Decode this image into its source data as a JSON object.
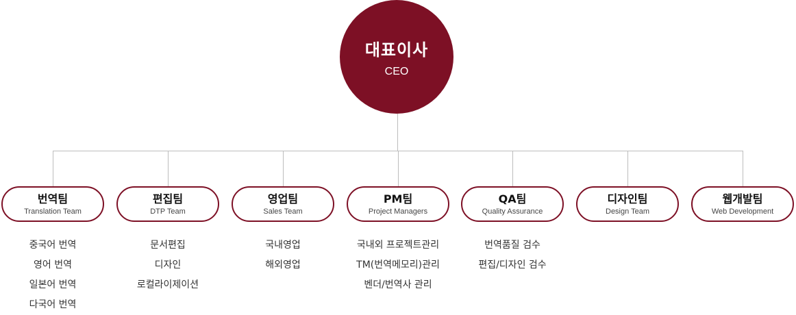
{
  "ceo": {
    "title_ko": "대표이사",
    "title_en": "CEO"
  },
  "colors": {
    "accent": "#7d1025",
    "connector": "#bdbdbd"
  },
  "teams": [
    {
      "name_ko": "번역팀",
      "name_en": "Translation Team",
      "duties": [
        "중국어 번역",
        "영어 번역",
        "일본어 번역",
        "다국어 번역"
      ]
    },
    {
      "name_ko": "편집팀",
      "name_en": "DTP Team",
      "duties": [
        "문서편집",
        "디자인",
        "로컬라이제이션"
      ]
    },
    {
      "name_ko": "영업팀",
      "name_en": "Sales Team",
      "duties": [
        "국내영업",
        "해외영업"
      ]
    },
    {
      "name_ko": "PM팀",
      "name_en": "Project Managers",
      "duties": [
        "국내외 프로젝트관리",
        "TM(번역메모리)관리",
        "벤더/번역사 관리"
      ]
    },
    {
      "name_ko": "QA팀",
      "name_en": "Quality Assurance",
      "duties": [
        "번역품질 검수",
        "편집/디자인 검수"
      ]
    },
    {
      "name_ko": "디자인팀",
      "name_en": "Design Team",
      "duties": []
    },
    {
      "name_ko": "웹개발팀",
      "name_en": "Web Development",
      "duties": []
    }
  ]
}
